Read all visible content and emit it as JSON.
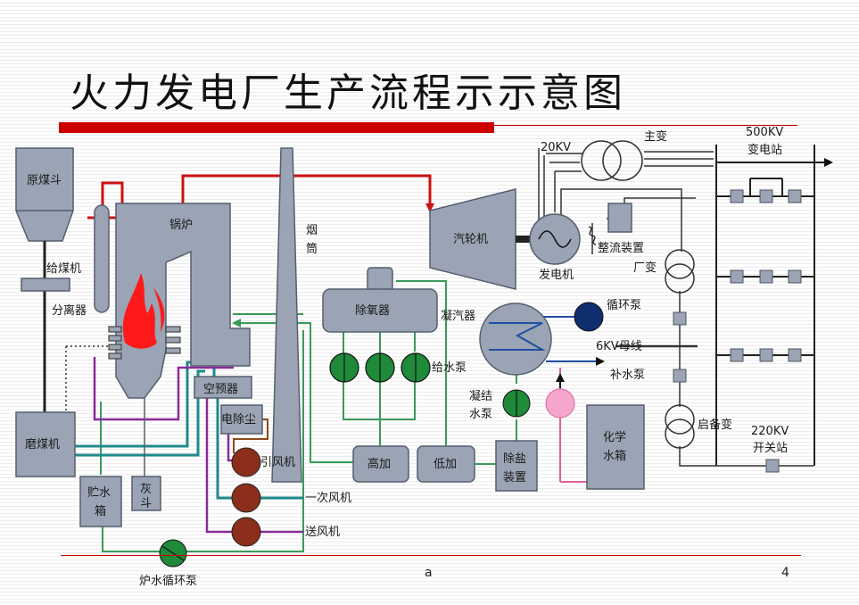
{
  "title": "火力发电厂生产流程示示意图",
  "footer": {
    "center": "a",
    "page": "4"
  },
  "colors": {
    "equipment": "#9aa4b4",
    "equipment_stroke": "#555f6e",
    "steam": "#cc1111",
    "feedwater": "#3a9a5a",
    "air": "#1f8a8a",
    "flue": "#8a2a9a",
    "chem_water": "#e0609a",
    "pump_green": "#1e8a3a",
    "pump_brown": "#8b2f1a",
    "pump_navy": "#0e2e6e",
    "pump_pink": "#f4a6cc"
  },
  "labels": {
    "raw_coal_hopper": "原煤斗",
    "coal_feeder": "给煤机",
    "separator": "分离器",
    "boiler": "锅炉",
    "chimney_1": "烟",
    "chimney_2": "筒",
    "turbine": "汽轮机",
    "generator": "发电机",
    "rectifier": "整流装置",
    "main_transformer": "主变",
    "kv20": "20KV",
    "kv500": "500KV",
    "substation": "变电站",
    "station_transformer": "厂变",
    "bus_6kv": "6KV母线",
    "standby_transformer": "启备变",
    "kv220": "220KV",
    "switch_station": "开关站",
    "deaerator": "除氧器",
    "condenser": "凝汽器",
    "circ_pump": "循环泵",
    "makeup_pump": "补水泵",
    "feed_pump": "给水泵",
    "cond_pump_1": "凝结",
    "cond_pump_2": "水泵",
    "chem_tank_1": "化学",
    "chem_tank_2": "水箱",
    "desalt_1": "除盐",
    "desalt_2": "装置",
    "hp_heater": "高加",
    "lp_heater": "低加",
    "air_preheater": "空预器",
    "esp": "电除尘",
    "id_fan": "引风机",
    "primary_fan": "一次风机",
    "fd_fan": "送风机",
    "coal_mill": "磨煤机",
    "water_tank_1": "贮水",
    "water_tank_2": "箱",
    "ash_1": "灰",
    "ash_2": "斗",
    "boiler_circ_pump": "炉水循环泵"
  }
}
